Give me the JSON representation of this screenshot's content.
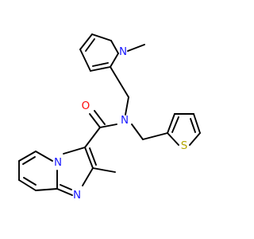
{
  "molecule": {
    "atoms": {
      "n_pyrrole": {
        "text": "N",
        "color": "#1a1aff"
      },
      "methyl_pyrrole": {
        "text": "",
        "color": "#000000"
      },
      "n_amide": {
        "text": "N",
        "color": "#1a1aff"
      },
      "o_carbonyl": {
        "text": "O",
        "color": "#ff0d0d"
      },
      "s_thiophene": {
        "text": "S",
        "color": "#b3a600"
      },
      "n_bridge": {
        "text": "N",
        "color": "#1a1aff"
      },
      "n_imidazole": {
        "text": "N",
        "color": "#1a1aff"
      }
    }
  }
}
